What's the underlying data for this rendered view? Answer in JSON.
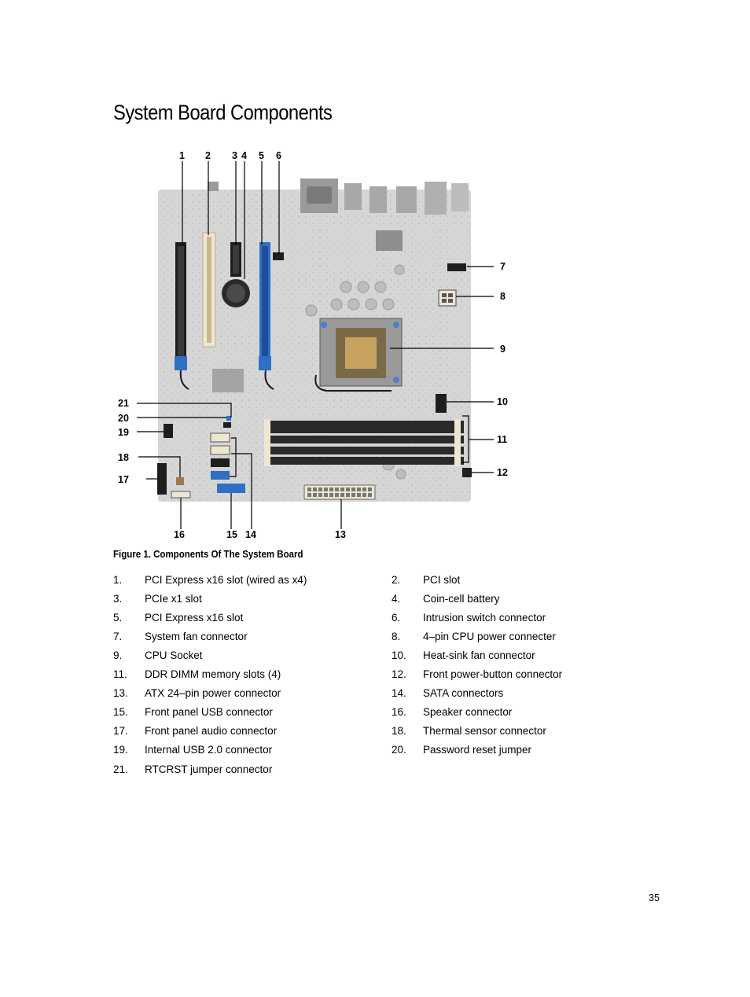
{
  "title": "System Board Components",
  "figure": {
    "caption": "Figure 1. Components Of The System Board",
    "callouts": [
      "1",
      "2",
      "3",
      "4",
      "5",
      "6",
      "7",
      "8",
      "9",
      "10",
      "11",
      "12",
      "13",
      "14",
      "15",
      "16",
      "17",
      "18",
      "19",
      "20",
      "21"
    ]
  },
  "components": [
    {
      "num": "1.",
      "label": "PCI Express x16 slot (wired as x4)"
    },
    {
      "num": "2.",
      "label": "PCI slot"
    },
    {
      "num": "3.",
      "label": "PCIe x1 slot"
    },
    {
      "num": "4.",
      "label": "Coin-cell battery"
    },
    {
      "num": "5.",
      "label": "PCI Express x16 slot"
    },
    {
      "num": "6.",
      "label": "Intrusion switch connector"
    },
    {
      "num": "7.",
      "label": "System fan connector"
    },
    {
      "num": "8.",
      "label": "4–pin CPU power connecter"
    },
    {
      "num": "9.",
      "label": "CPU Socket"
    },
    {
      "num": "10.",
      "label": "Heat-sink fan connector"
    },
    {
      "num": "11.",
      "label": "DDR DIMM memory slots (4)"
    },
    {
      "num": "12.",
      "label": "Front power-button connector"
    },
    {
      "num": "13.",
      "label": "ATX 24–pin power connector"
    },
    {
      "num": "14.",
      "label": "SATA connectors"
    },
    {
      "num": "15.",
      "label": "Front panel USB connector"
    },
    {
      "num": "16.",
      "label": "Speaker connector"
    },
    {
      "num": "17.",
      "label": "Front panel audio connector"
    },
    {
      "num": "18.",
      "label": "Thermal sensor connector"
    },
    {
      "num": "19.",
      "label": "Internal USB 2.0 connector"
    },
    {
      "num": "20.",
      "label": "Password reset jumper"
    },
    {
      "num": "21.",
      "label": "RTCRST jumper connector"
    }
  ],
  "page_number": "35",
  "colors": {
    "board": "#d6d6d6",
    "slot_blue": "#2f6fc4",
    "slot_dark": "#1e1e1e",
    "pci_slot": "#efe6d2"
  }
}
